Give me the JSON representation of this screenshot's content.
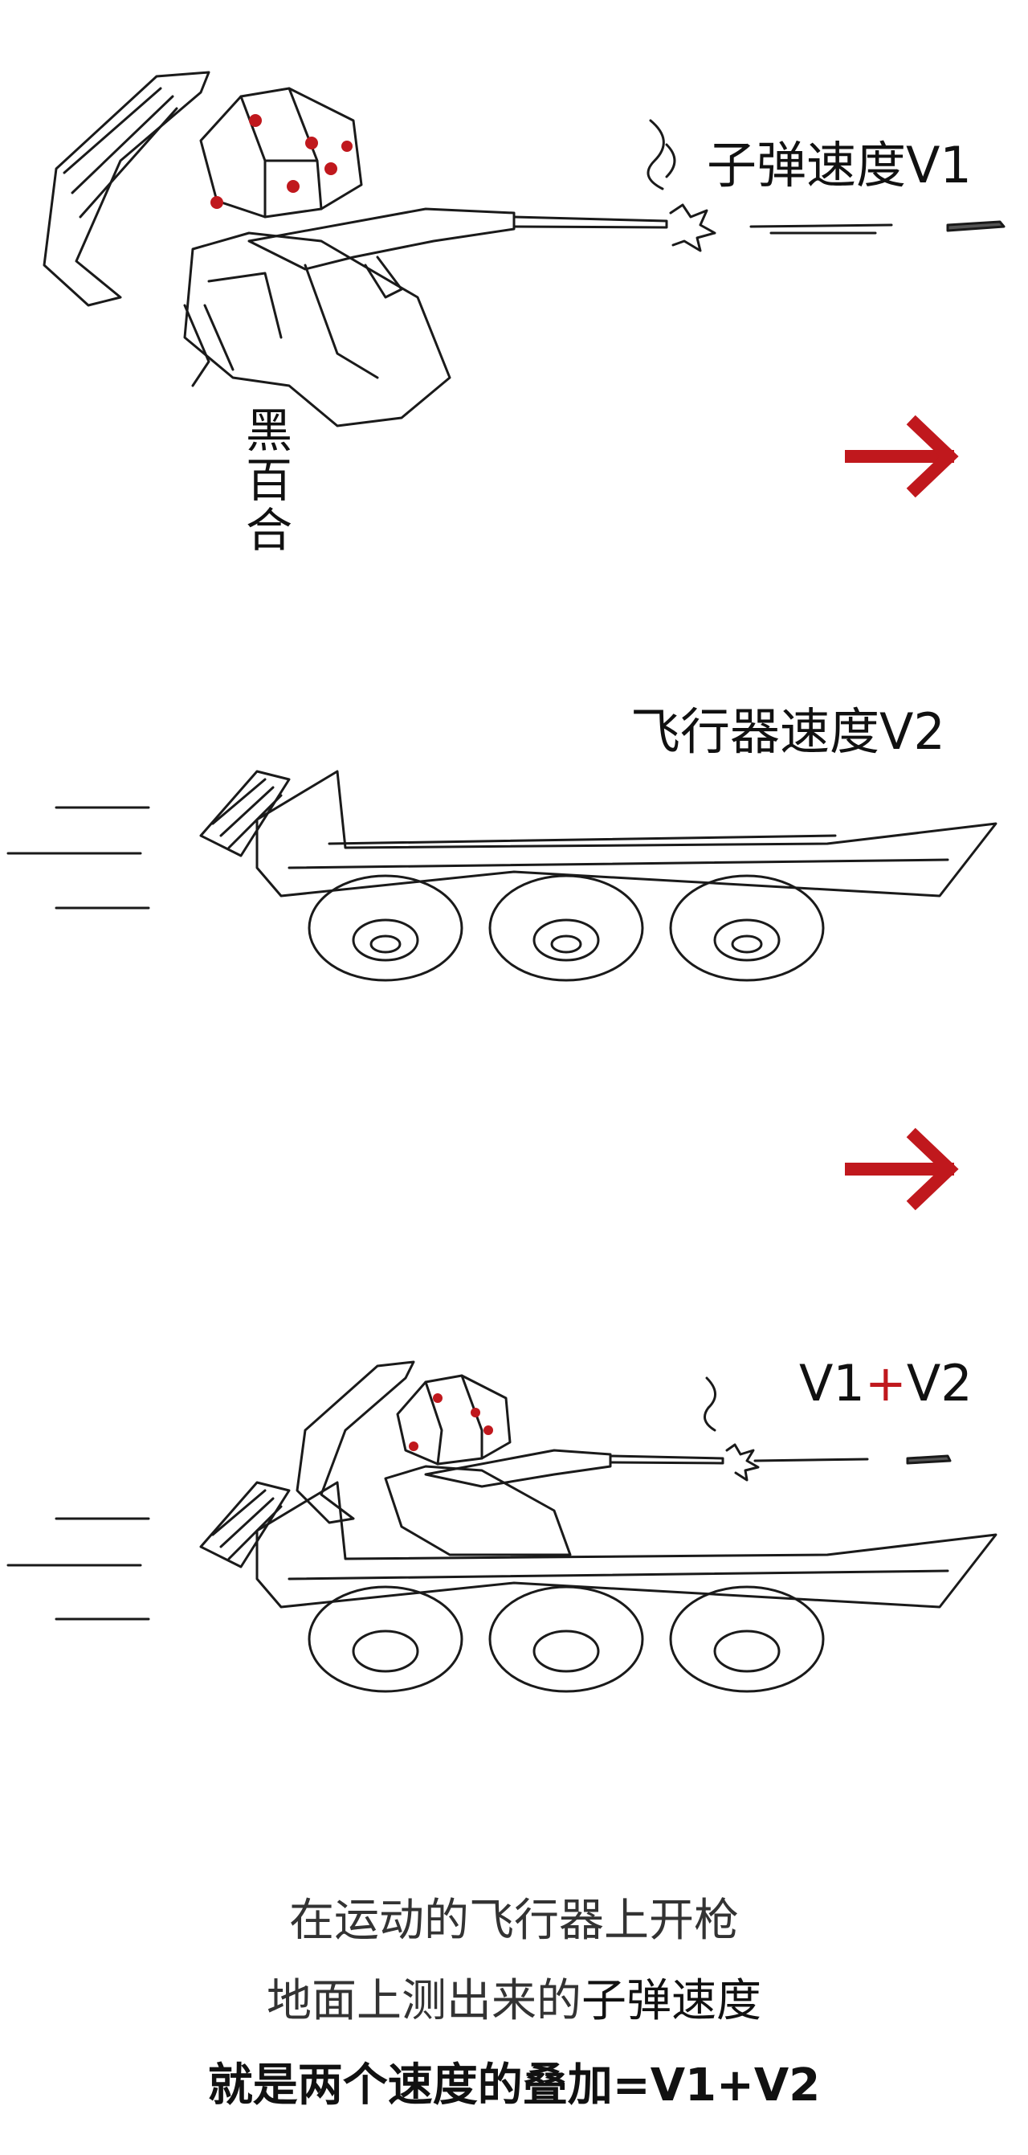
{
  "panel1": {
    "bullet_speed_label": "子弹速度V1",
    "character_name": [
      "黑",
      "百",
      "合"
    ]
  },
  "panel2": {
    "aircraft_speed_label": "飞行器速度V2"
  },
  "panel3": {
    "sum_label_v1": "V1",
    "sum_label_plus": "+",
    "sum_label_v2": "V2"
  },
  "captions": {
    "line1": "在运动的飞行器上开枪",
    "line2_prefix": "地面上测出来的",
    "line2_emphasis": "子弹速度",
    "line3": "就是两个速度的叠加=V1+V2"
  },
  "colors": {
    "accent_red": "#c0181d",
    "ink": "#111111"
  }
}
